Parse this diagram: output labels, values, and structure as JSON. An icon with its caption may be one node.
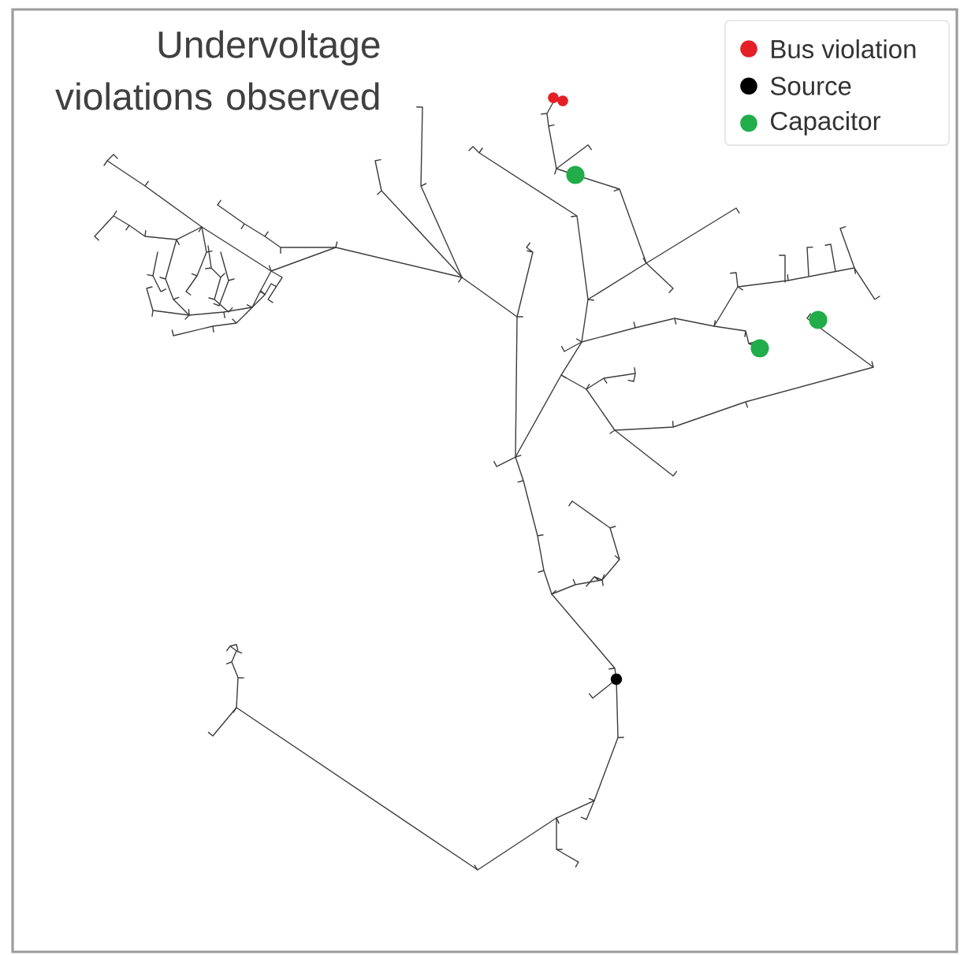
{
  "diagram": {
    "title": "Undervoltage violations observed",
    "legend": [
      {
        "text": "Bus violation",
        "color": "#e41f26"
      },
      {
        "text": "Source",
        "color": "#000000"
      },
      {
        "text": "Capacitor",
        "color": "#20ad4a"
      }
    ]
  }
}
